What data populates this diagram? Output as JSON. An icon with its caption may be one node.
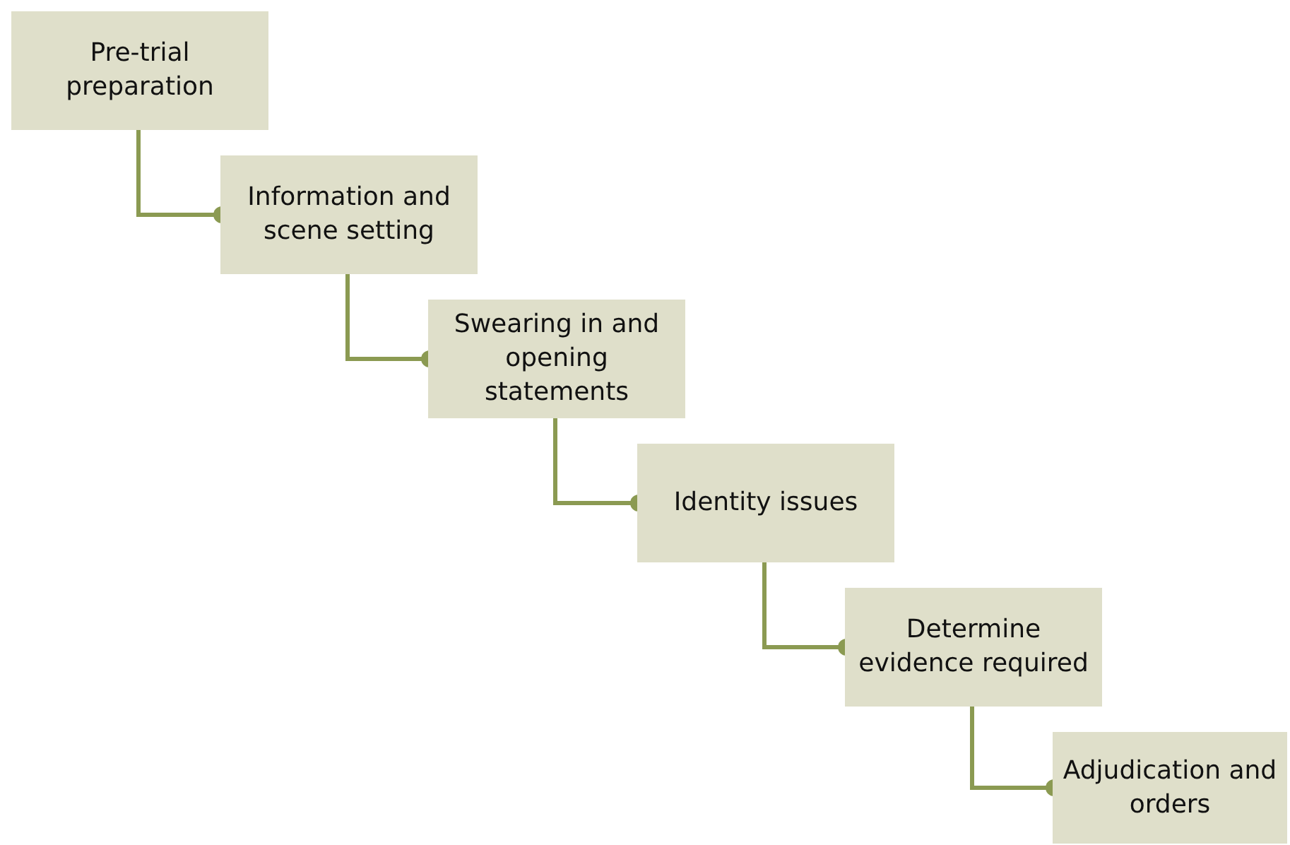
{
  "diagram": {
    "nodes": [
      {
        "text": [
          "Pre-trial preparation"
        ]
      },
      {
        "text": [
          "Information and scene setting"
        ]
      },
      {
        "text": [
          "Swearing in and opening statements"
        ]
      },
      {
        "text": [
          "Identity issues"
        ]
      },
      {
        "text": [
          "Determine evidence required"
        ]
      },
      {
        "text": [
          "Adjudication and orders"
        ]
      }
    ],
    "edges": [
      {
        "from": 0,
        "to": 1,
        "arrow": "other"
      },
      {
        "from": 1,
        "to": 2,
        "arrow": "other"
      },
      {
        "from": 2,
        "to": 3,
        "arrow": "other"
      },
      {
        "from": 3,
        "to": 4,
        "arrow": "other"
      },
      {
        "from": 4,
        "to": 5,
        "arrow": "other"
      }
    ]
  }
}
